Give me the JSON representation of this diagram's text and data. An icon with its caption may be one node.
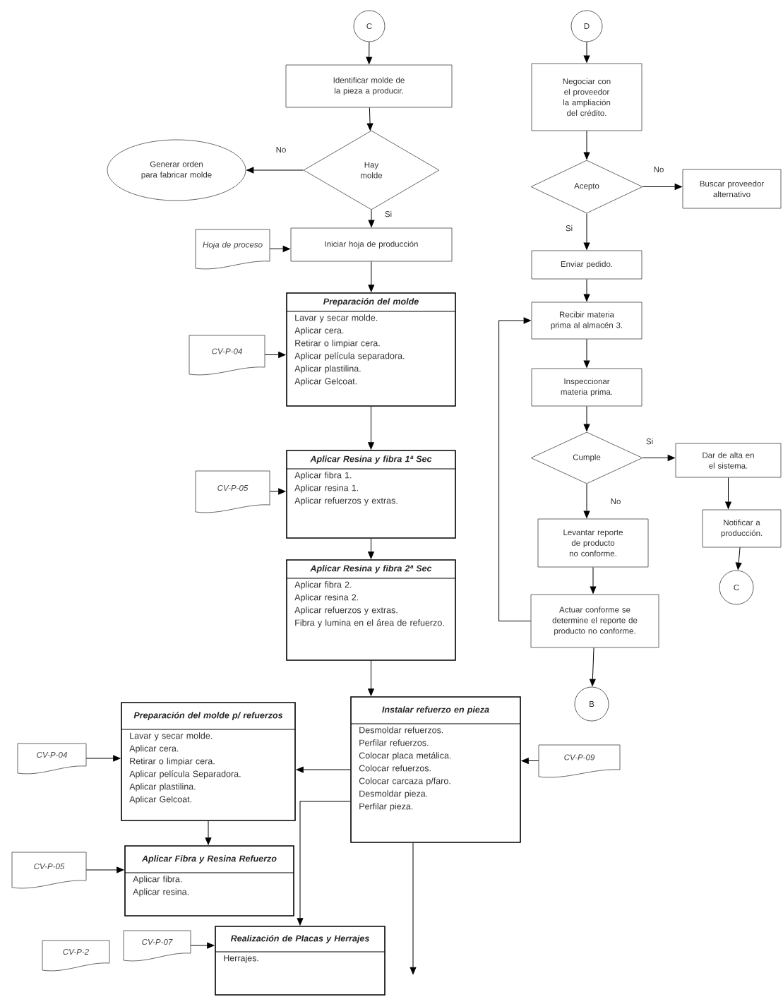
{
  "diagram": {
    "nodes": [
      {
        "text": [
          "C"
        ]
      },
      {
        "text": [
          "Identificar molde de la pieza a producir."
        ]
      },
      {
        "text": [
          "Hay molde"
        ]
      },
      {
        "text": [
          "Generar orden para fabricar molde"
        ]
      },
      {
        "text": [
          "Hoja de proceso"
        ]
      },
      {
        "text": [
          "Iniciar hoja de producción"
        ]
      },
      {
        "text": [
          "Preparación del molde",
          "Lavar y secar molde.",
          "Aplicar cera.",
          "Retirar o limpiar cera.",
          "Aplicar película separadora.",
          "Aplicar plastilina.",
          "Aplicar Gelcoat."
        ]
      },
      {
        "text": [
          "CV-P-04"
        ]
      },
      {
        "text": [
          "Aplicar Resina y fibra 1ª Sec",
          "Aplicar fibra 1.",
          "Aplicar resina 1.",
          "Aplicar refuerzos y extras."
        ]
      },
      {
        "text": [
          "CV-P-05"
        ]
      },
      {
        "text": [
          "Aplicar Resina y fibra 2ª Sec",
          "Aplicar fibra 2.",
          "Aplicar resina 2.",
          "Aplicar refuerzos y extras.",
          "Fibra y lumina en el área de refuerzo."
        ]
      },
      {
        "text": [
          "D"
        ]
      },
      {
        "text": [
          "Negociar con el proveedor la ampliación del crédito."
        ]
      },
      {
        "text": [
          "Acepto"
        ]
      },
      {
        "text": [
          "Buscar proveedor alternativo"
        ]
      },
      {
        "text": [
          "Enviar pedido."
        ]
      },
      {
        "text": [
          "Recibir materia prima al almacén 3."
        ]
      },
      {
        "text": [
          "Inspeccionar materia prima."
        ]
      },
      {
        "text": [
          "Cumple"
        ]
      },
      {
        "text": [
          "Dar de alta en el sistema."
        ]
      },
      {
        "text": [
          "Levantar reporte de producto no conforme."
        ]
      },
      {
        "text": [
          "Notificar a producción."
        ]
      },
      {
        "text": [
          "C"
        ]
      },
      {
        "text": [
          "Actuar conforme se determine el reporte de producto no conforme."
        ]
      },
      {
        "text": [
          "B"
        ]
      },
      {
        "text": [
          "Instalar refuerzo en pieza",
          "Desmoldar refuerzos.",
          "Perfilar refuerzos.",
          "Colocar placa metálica.",
          "Colocar refuerzos.",
          "Colocar carcaza p/faro.",
          "Desmoldar pieza.",
          "Perfilar pieza."
        ]
      },
      {
        "text": [
          "Preparación del molde p/ refuerzos",
          "Lavar y secar molde.",
          "Aplicar cera.",
          "Retirar o limpiar cera.",
          "Aplicar película Separadora.",
          "Aplicar plastilina.",
          "Aplicar Gelcoat."
        ]
      },
      {
        "text": [
          "CV-P-04"
        ]
      },
      {
        "text": [
          "CV-P-09"
        ]
      },
      {
        "text": [
          "Aplicar Fibra y Resina Refuerzo",
          "Aplicar fibra.",
          "Aplicar resina."
        ]
      },
      {
        "text": [
          "CV-P-05"
        ]
      },
      {
        "text": [
          "Realización de Placas y Herrajes",
          "Herrajes."
        ]
      },
      {
        "text": [
          "CV-P-2"
        ]
      },
      {
        "text": [
          "CV-P-07"
        ]
      }
    ],
    "edges": [
      {
        "from": 0,
        "to": 1,
        "arrow": "to"
      },
      {
        "from": 1,
        "to": 2,
        "arrow": "to"
      },
      {
        "from": 2,
        "to": 3,
        "arrow": "to",
        "label": "No"
      },
      {
        "from": 2,
        "to": 5,
        "arrow": "to",
        "label": "Si"
      },
      {
        "from": 4,
        "to": 5,
        "arrow": "to"
      },
      {
        "from": 5,
        "to": 6,
        "arrow": "to"
      },
      {
        "from": 7,
        "to": 6,
        "arrow": "to"
      },
      {
        "from": 6,
        "to": 8,
        "arrow": "to"
      },
      {
        "from": 9,
        "to": 8,
        "arrow": "to"
      },
      {
        "from": 8,
        "to": 10,
        "arrow": "to"
      },
      {
        "from": 10,
        "to": 25,
        "arrow": "to"
      },
      {
        "from": 11,
        "to": 12,
        "arrow": "to"
      },
      {
        "from": 12,
        "to": 13,
        "arrow": "to"
      },
      {
        "from": 13,
        "to": 14,
        "arrow": "to",
        "label": "No"
      },
      {
        "from": 13,
        "to": 15,
        "arrow": "to",
        "label": "Si"
      },
      {
        "from": 15,
        "to": 16,
        "arrow": "to"
      },
      {
        "from": 16,
        "to": 17,
        "arrow": "to"
      },
      {
        "from": 17,
        "to": 18,
        "arrow": "to"
      },
      {
        "from": 18,
        "to": 19,
        "arrow": "to",
        "label": "Si"
      },
      {
        "from": 18,
        "to": 20,
        "arrow": "to",
        "label": "No"
      },
      {
        "from": 19,
        "to": 21,
        "arrow": "to"
      },
      {
        "from": 21,
        "to": 22,
        "arrow": "to"
      },
      {
        "from": 20,
        "to": 23,
        "arrow": "to"
      },
      {
        "from": 23,
        "to": 16,
        "arrow": "to"
      },
      {
        "from": 23,
        "to": 24,
        "arrow": "to"
      },
      {
        "from": 25,
        "to": 26,
        "arrow": "to"
      },
      {
        "from": 25,
        "to": 31,
        "arrow": "to"
      },
      {
        "from": 25,
        "to": null,
        "arrow": "to"
      },
      {
        "from": 28,
        "to": 25,
        "arrow": "to"
      },
      {
        "from": 27,
        "to": 26,
        "arrow": "to"
      },
      {
        "from": 26,
        "to": 29,
        "arrow": "to"
      },
      {
        "from": 30,
        "to": 29,
        "arrow": "to"
      },
      {
        "from": 33,
        "to": 31,
        "arrow": "to"
      }
    ]
  }
}
